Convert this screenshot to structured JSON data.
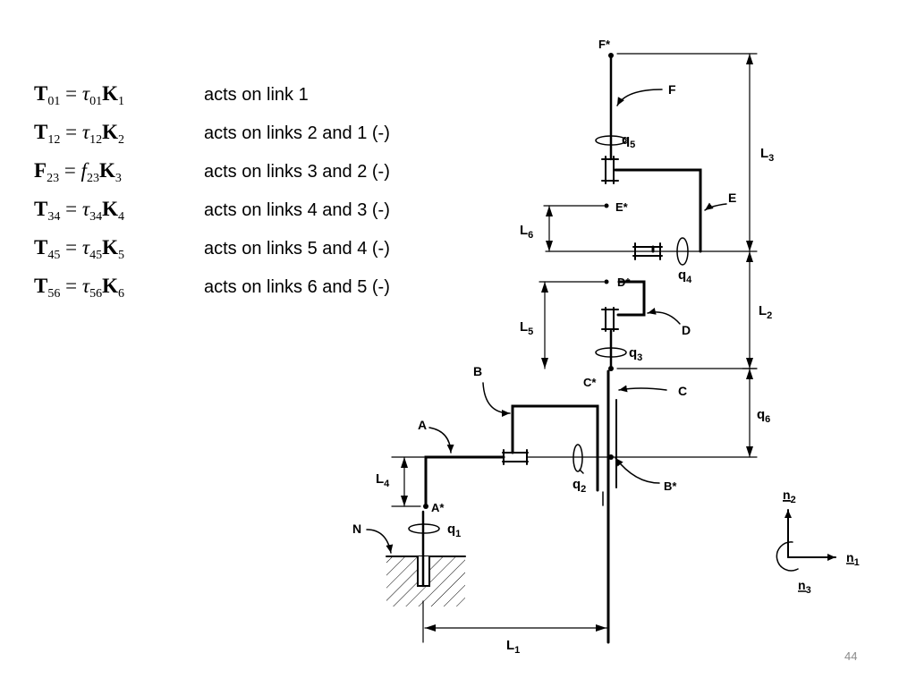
{
  "equations": [
    {
      "sym": "T",
      "sub1": "01",
      "op": "τ",
      "sub2": "01",
      "vec": "K",
      "sub3": "1",
      "desc": "acts on link 1"
    },
    {
      "sym": "T",
      "sub1": "12",
      "op": "τ",
      "sub2": "12",
      "vec": "K",
      "sub3": "2",
      "desc": "acts on links 2 and 1 (-)"
    },
    {
      "sym": "F",
      "sub1": "23",
      "op": "f",
      "sub2": "23",
      "vec": "K",
      "sub3": "3",
      "desc": "acts on links 3 and 2 (-)"
    },
    {
      "sym": "T",
      "sub1": "34",
      "op": "τ",
      "sub2": "34",
      "vec": "K",
      "sub3": "4",
      "desc": "acts on links 4 and 3 (-)"
    },
    {
      "sym": "T",
      "sub1": "45",
      "op": "τ",
      "sub2": "45",
      "vec": "K",
      "sub3": "5",
      "desc": "acts on links 5 and 4 (-)"
    },
    {
      "sym": "T",
      "sub1": "56",
      "op": "τ",
      "sub2": "56",
      "vec": "K",
      "sub3": "6",
      "desc": "acts on links 6 and 5 (-)"
    }
  ],
  "diagram": {
    "bodies": {
      "n": "N",
      "a": "A",
      "b": "B",
      "c": "C",
      "d": "D",
      "e": "E",
      "f": "F"
    },
    "points": {
      "a": "A*",
      "b": "B*",
      "c": "C*",
      "d": "D*",
      "e": "E*",
      "f": "F*"
    },
    "coords": {
      "q1": "q",
      "q1_sub": "1",
      "q2": "q",
      "q2_sub": "2",
      "q3": "q",
      "q3_sub": "3",
      "q4": "q",
      "q4_sub": "4",
      "q5": "q",
      "q5_sub": "5",
      "q6": "q",
      "q6_sub": "6"
    },
    "lengths": {
      "l1": "L",
      "l1_sub": "1",
      "l2": "L",
      "l2_sub": "2",
      "l3": "L",
      "l3_sub": "3",
      "l4": "L",
      "l4_sub": "4",
      "l5": "L",
      "l5_sub": "5",
      "l6": "L",
      "l6_sub": "6"
    },
    "unit_vectors": {
      "n1": "n",
      "n1_sub": "1",
      "n2": "n",
      "n2_sub": "2",
      "n3": "n",
      "n3_sub": "3"
    }
  },
  "page_number": "44"
}
